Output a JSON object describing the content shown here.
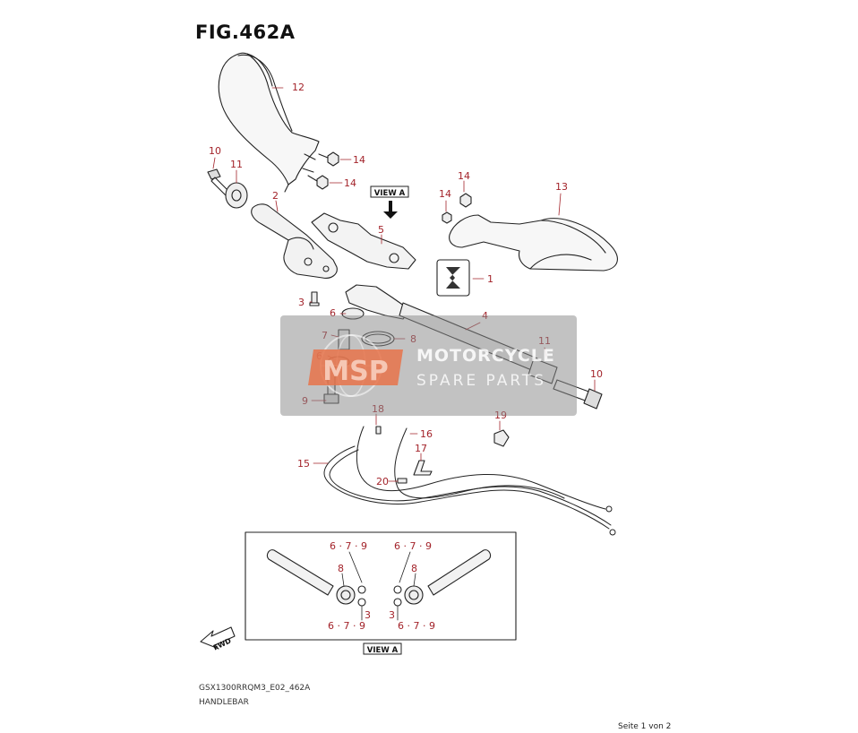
{
  "figure": {
    "title": "FIG.462A",
    "model_code": "GSX1300RRQM3_E02_462A",
    "part_group": "HANDLEBAR",
    "page": "Seite 1 von 2",
    "view_label_top": "VIEW A",
    "view_label_bottom": "VIEW A",
    "fwd_label": "FWD"
  },
  "watermark": {
    "logo": "MSP",
    "line1": "MOTORCYCLE",
    "line2": "SPARE PARTS"
  },
  "callouts": {
    "c1": "1",
    "c2": "2",
    "c3": "3",
    "c4": "4",
    "c5": "5",
    "c6a": "6",
    "c6b": "6",
    "c7": "7",
    "c8": "8",
    "c9": "9",
    "c10a": "10",
    "c10b": "10",
    "c11a": "11",
    "c11b": "11",
    "c12": "12",
    "c13": "13",
    "c14a": "14",
    "c14b": "14",
    "c14c": "14",
    "c14d": "14",
    "c15": "15",
    "c16": "16",
    "c17": "17",
    "c18": "18",
    "c19": "19",
    "c20": "20"
  },
  "view_a_callouts": {
    "left_top": "6 · 7 · 9",
    "right_top": "6 · 7 · 9",
    "left_8": "8",
    "right_8": "8",
    "left_3": "3",
    "right_3": "3",
    "left_bottom": "6 · 7 · 9",
    "right_bottom": "6 · 7 · 9"
  },
  "colors": {
    "callout": "#a3232a",
    "line": "#222222",
    "watermark_box": "#8a8a8a",
    "watermark_logo": "#e8734a"
  }
}
